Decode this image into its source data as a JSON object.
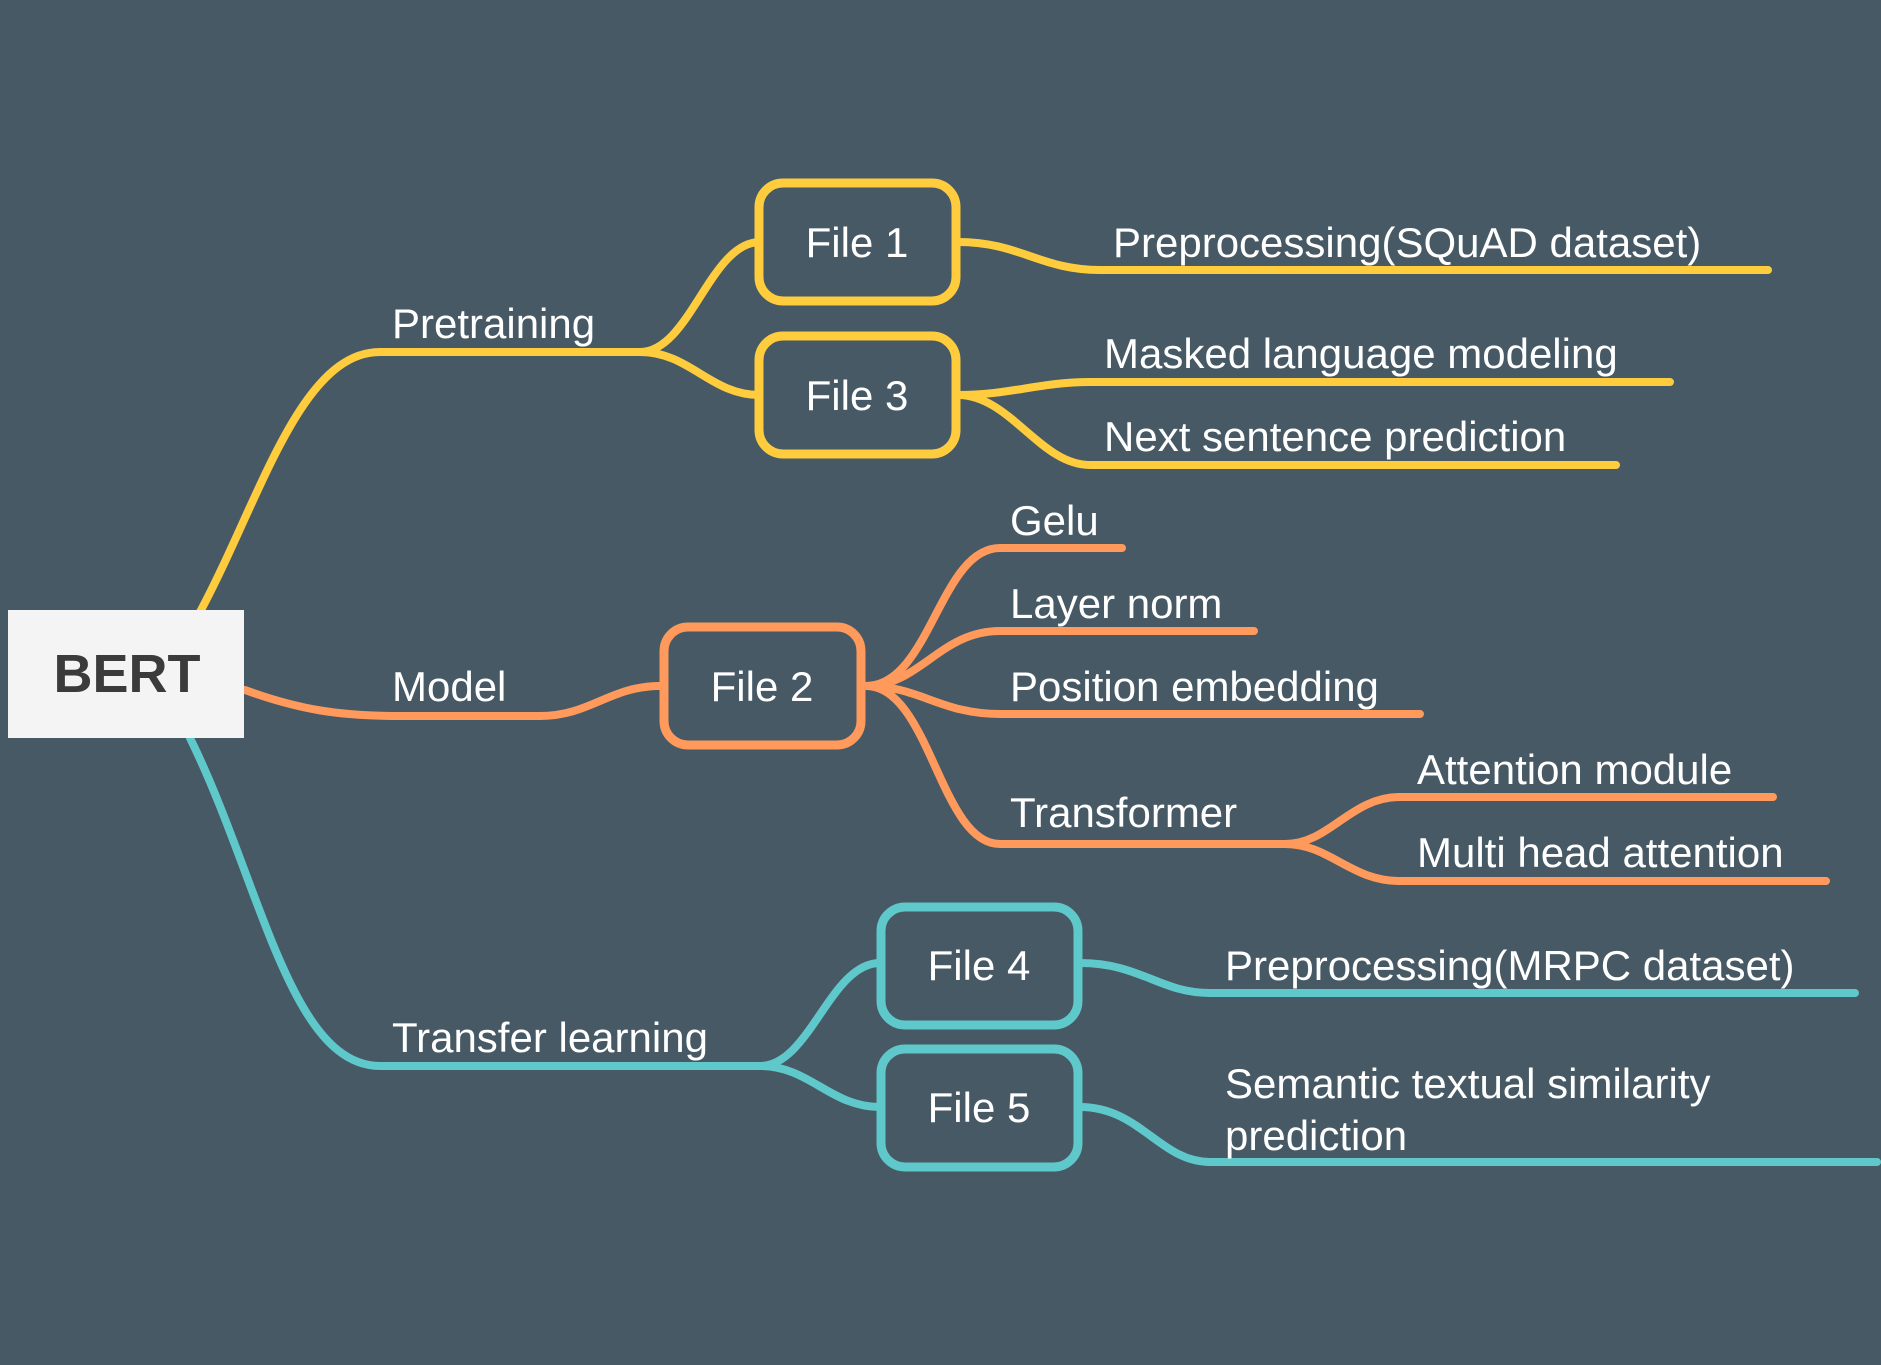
{
  "root": {
    "label": "BERT"
  },
  "colors": {
    "background": "#465964",
    "pretraining": "#FFCC3E",
    "model": "#FF9A5C",
    "transfer": "#5FC8CB",
    "root_fill": "#F4F4F4",
    "root_text": "#3B3B3B"
  },
  "branches": [
    {
      "label": "Pretraining",
      "files": [
        {
          "label": "File 1",
          "items": [
            "Preprocessing(SQuAD dataset)"
          ]
        },
        {
          "label": "File 3",
          "items": [
            "Masked language modeling",
            "Next sentence prediction"
          ]
        }
      ]
    },
    {
      "label": "Model",
      "files": [
        {
          "label": "File 2",
          "items": [
            "Gelu",
            "Layer norm",
            "Position embedding",
            "Transformer"
          ],
          "sub_items": [
            "Attention module",
            "Multi head attention"
          ]
        }
      ]
    },
    {
      "label": "Transfer learning",
      "files": [
        {
          "label": "File 4",
          "items": [
            "Preprocessing(MRPC dataset)"
          ]
        },
        {
          "label": "File 5",
          "items": [
            "Semantic textual similarity",
            "prediction"
          ]
        }
      ]
    }
  ]
}
